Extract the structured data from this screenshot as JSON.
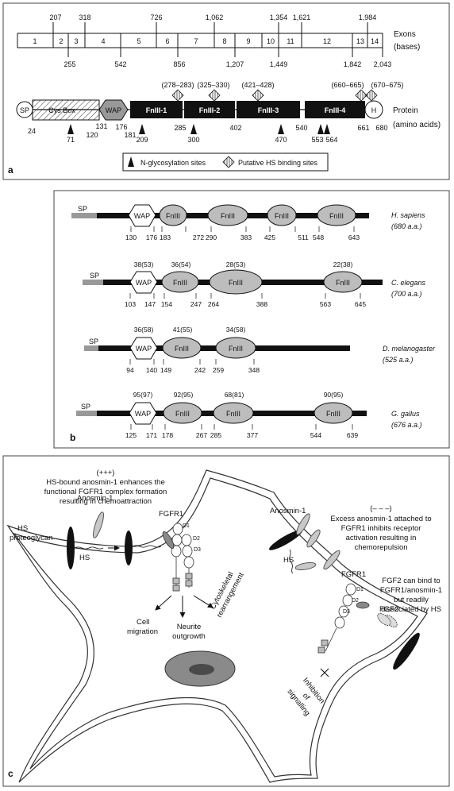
{
  "panel_a": {
    "letter": "a",
    "exon_top_labels": [
      "207",
      "318",
      "726",
      "1,062",
      "1,354",
      "1,621",
      "1,984"
    ],
    "exon_numbers": [
      "1",
      "2",
      "3",
      "4",
      "5",
      "6",
      "7",
      "8",
      "9",
      "10",
      "11",
      "12",
      "13",
      "14"
    ],
    "exon_bottom_labels": [
      "255",
      "542",
      "856",
      "1,207",
      "1,449",
      "1,842",
      "2,043"
    ],
    "exons_label": "Exons",
    "bases_label": "(bases)",
    "protein_label": "Protein",
    "amino_label": "(amino acids)",
    "hs_ranges": [
      "(278–283)",
      "(325–330)",
      "(421–428)",
      "(660–665)",
      "(670–675)"
    ],
    "domains": {
      "sp": "SP",
      "cysbox": "Cys Box",
      "wap": "WAP",
      "fn1": "FnIII-1",
      "fn2": "FnIII-2",
      "fn3": "FnIII-3",
      "fn4": "FnIII-4",
      "h": "H"
    },
    "positions": [
      "24",
      "71",
      "120",
      "131",
      "176",
      "181",
      "209",
      "285",
      "300",
      "402",
      "470",
      "540",
      "553",
      "564",
      "661",
      "680"
    ],
    "legend_nglyc": "N-glycosylation sites",
    "legend_hs": "Putative HS binding sites"
  },
  "panel_b": {
    "letter": "b",
    "domains": {
      "sp": "SP",
      "wap": "WAP",
      "fn": "FnIII"
    },
    "species": [
      {
        "name": "H. sapiens",
        "length": "(680 a.a.)",
        "scores": [],
        "positions": [
          "130",
          "176",
          "183",
          "272",
          "290",
          "383",
          "425",
          "511",
          "548",
          "643"
        ]
      },
      {
        "name": "C. elegans",
        "length": "(700 a.a.)",
        "scores": [
          "38(53)",
          "36(54)",
          "28(53)",
          "22(38)"
        ],
        "positions": [
          "103",
          "147",
          "154",
          "247",
          "264",
          "388",
          "563",
          "645"
        ]
      },
      {
        "name": "D. melanogaster",
        "length": "(525 a.a.)",
        "scores": [
          "36(58)",
          "41(55)",
          "34(58)"
        ],
        "positions": [
          "94",
          "140",
          "149",
          "242",
          "259",
          "348"
        ]
      },
      {
        "name": "G. gallus",
        "length": "(676 a.a.)",
        "scores": [
          "95(97)",
          "92(95)",
          "68(81)",
          "90(95)"
        ],
        "positions": [
          "125",
          "171",
          "178",
          "267",
          "285",
          "377",
          "544",
          "639"
        ]
      }
    ]
  },
  "panel_c": {
    "letter": "c",
    "left_lines": [
      "(+++)",
      "HS-bound anosmin-1 enhances the",
      "functional FGFR1 complex formation",
      "resulting in chemoattraction"
    ],
    "right_lines": [
      "(– – –)",
      "Excess anosmin-1 attached to",
      "FGFR1 inhibits receptor",
      "activation resulting in",
      "chemorepulsion"
    ],
    "fgf2_lines": [
      "FGF2 can bind to",
      "FGFR1/anosmin-1",
      "but readily",
      "dissociated by HS"
    ],
    "hs_proteoglycan": [
      "HS",
      "proteoglycan"
    ],
    "anosmin_left": "Anosmin-1",
    "anosmin_right": "Anosmin-1",
    "hs_left": "HS",
    "hs_right": "HS",
    "fgfr1_left": "FGFR1",
    "fgfr1_right": "FGFR1",
    "fgf2": "FGF2",
    "d_labels": [
      "D1",
      "D2",
      "D3"
    ],
    "cell_migration": [
      "Cell",
      "migration"
    ],
    "neurite_outgrowth": [
      "Neurite",
      "outgrowth"
    ],
    "cytoskeletal": [
      "Cytoskeletal",
      "rearrangement"
    ],
    "inhibition": [
      "Inhibition",
      "of",
      "signalling"
    ]
  }
}
